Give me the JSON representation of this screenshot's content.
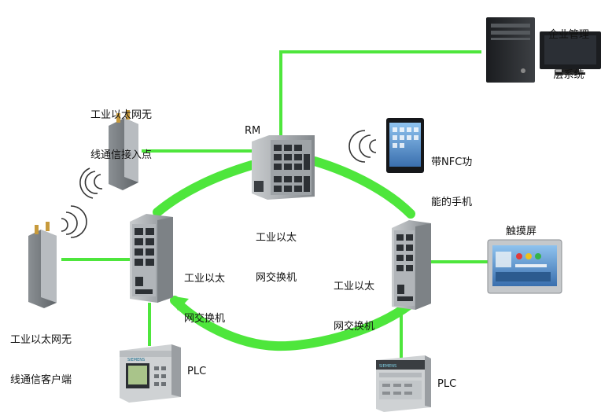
{
  "labels": {
    "mgmt_l1": "企业管理",
    "mgmt_l2": "层系统",
    "ap_l1": "工业以太网无",
    "ap_l2": "线通信接入点",
    "rm": "RM",
    "nfc_l1": "带NFC功",
    "nfc_l2": "能的手机",
    "sw_top_l1": "工业以太",
    "sw_top_l2": "网交换机",
    "sw_left_l1": "工业以太",
    "sw_left_l2": "网交换机",
    "sw_right_l1": "工业以太",
    "sw_right_l2": "网交换机",
    "hmi": "触摸屏",
    "client_l1": "工业以太网无",
    "client_l2": "线通信客户端",
    "plc_left": "PLC",
    "plc_right": "PLC"
  },
  "colors": {
    "link": "#4ee63c",
    "device_gray": "#a4a9ad",
    "device_dark": "#5d6266",
    "port_dark": "#2c3034",
    "screen_blue": "#5b8fc9"
  }
}
